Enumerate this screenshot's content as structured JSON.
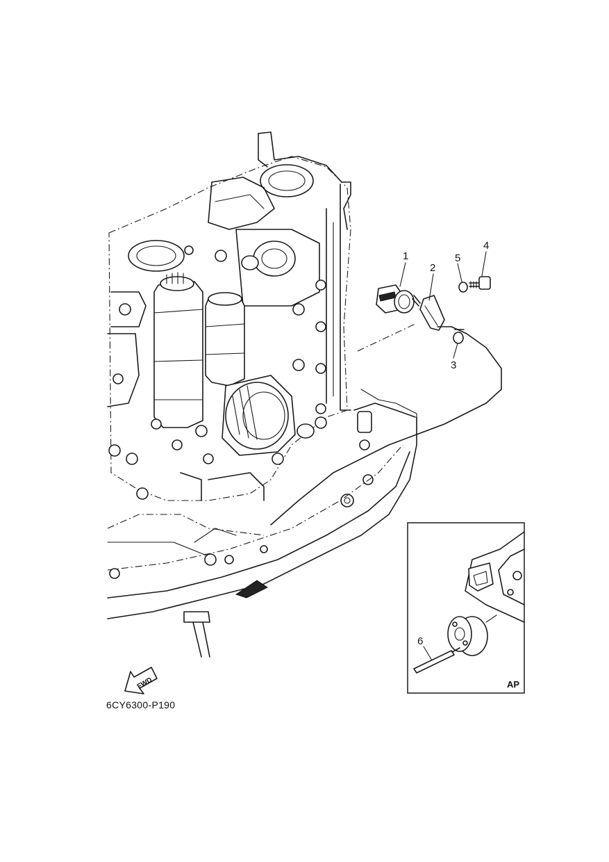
{
  "diagram_code": "6CY6300-P190",
  "inset_label": "AP",
  "forward_arrow_label": "FWD",
  "callouts": [
    {
      "id": "1",
      "label": "1"
    },
    {
      "id": "2",
      "label": "2"
    },
    {
      "id": "3",
      "label": "3"
    },
    {
      "id": "4",
      "label": "4"
    },
    {
      "id": "5",
      "label": "5"
    },
    {
      "id": "6",
      "label": "6"
    }
  ]
}
